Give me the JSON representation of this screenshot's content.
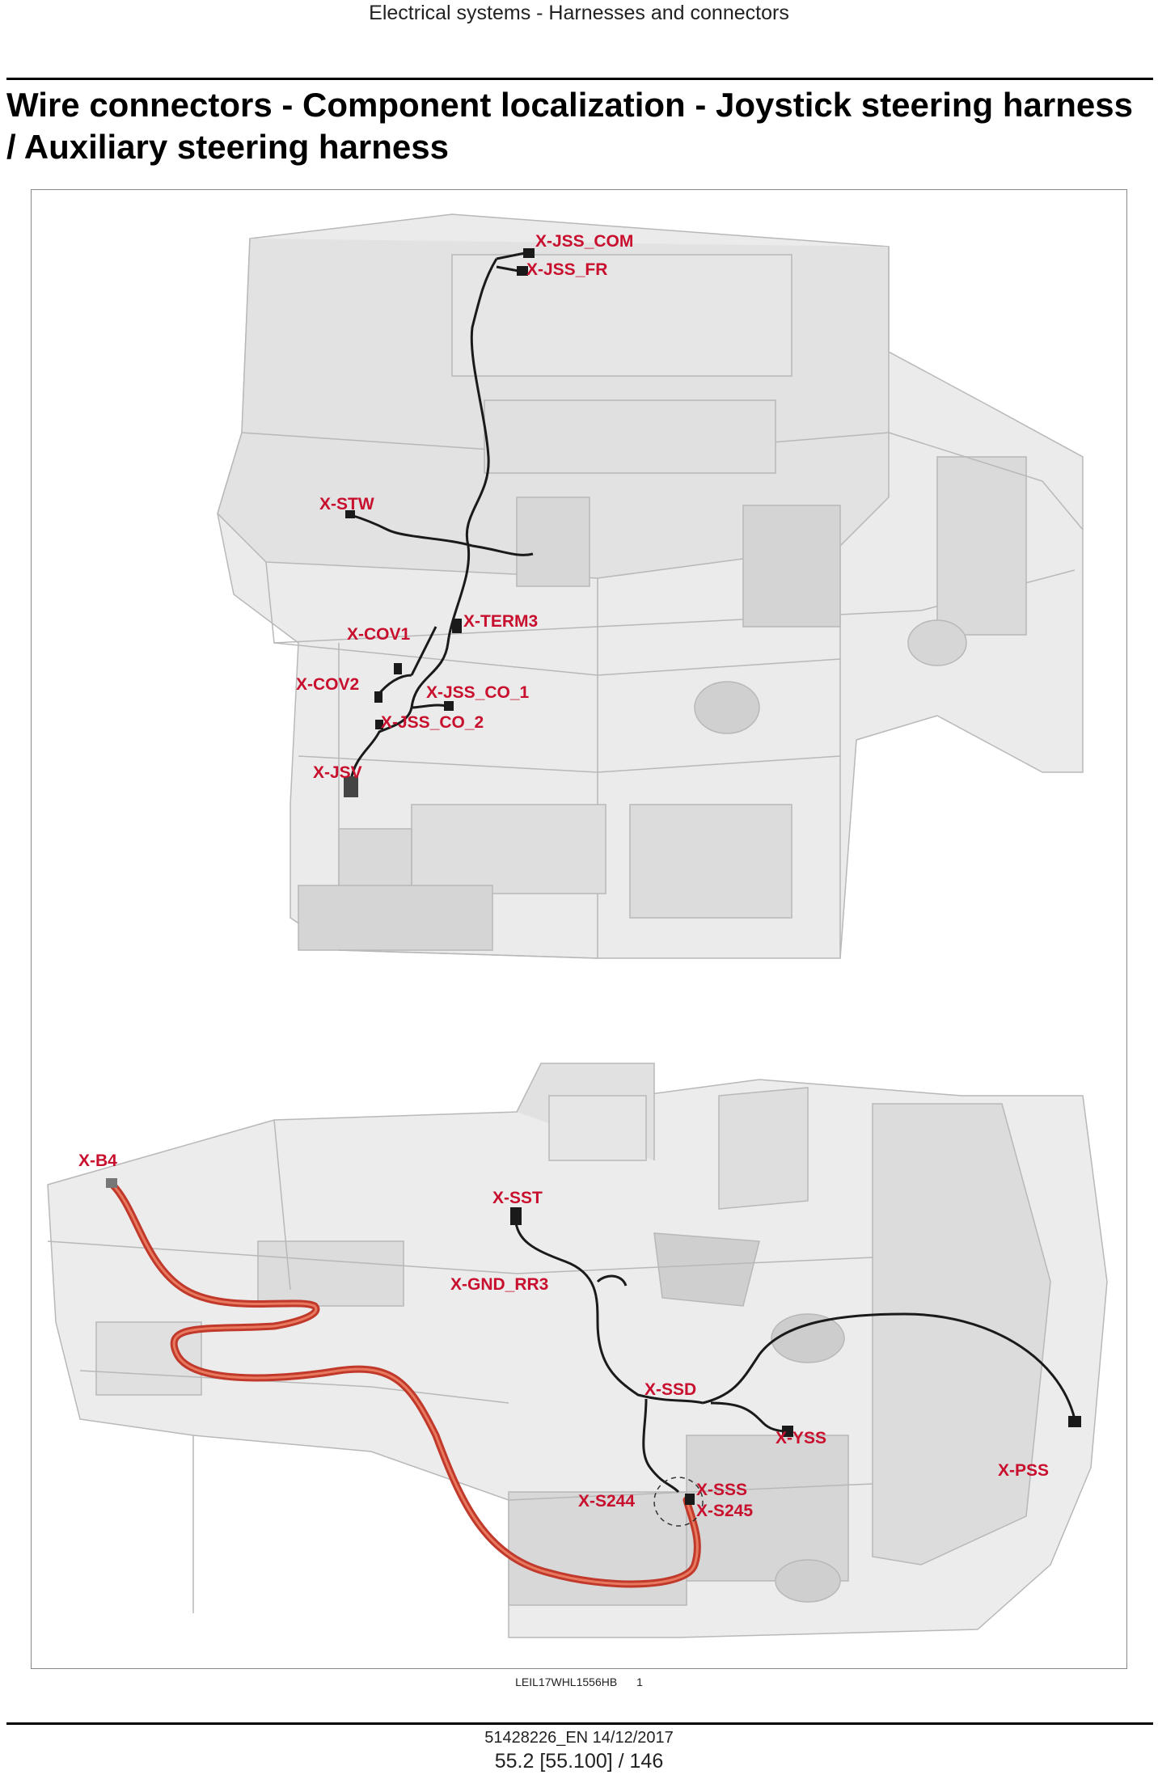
{
  "header": {
    "title": "Electrical systems - Harnesses and connectors"
  },
  "section": {
    "title": "Wire connectors - Component localization - Joystick steering harness / Auxiliary steering harness"
  },
  "figure": {
    "top_labels": {
      "x_jss_com": "X-JSS_COM",
      "x_jss_fr": "X-JSS_FR",
      "x_stw": "X-STW",
      "x_term3": "X-TERM3",
      "x_cov1": "X-COV1",
      "x_cov2": "X-COV2",
      "x_jss_co_1": "X-JSS_CO_1",
      "x_jss_co_2": "X-JSS_CO_2",
      "x_jsv": "X-JSV"
    },
    "bottom_labels": {
      "x_b4": "X-B4",
      "x_sst": "X-SST",
      "x_gnd_rr3": "X-GND_RR3",
      "x_ssd": "X-SSD",
      "x_yss": "X-YSS",
      "x_pss": "X-PSS",
      "x_s244": "X-S244",
      "x_sss": "X-SSS",
      "x_s245": "X-S245"
    },
    "colors": {
      "label": "#c8102e",
      "harness_red": "#c0392b",
      "harness_black": "#1a1a1a"
    }
  },
  "caption": {
    "code": "LEIL17WHL1556HB",
    "number": "1"
  },
  "footer": {
    "doc": "51428226_EN 14/12/2017",
    "page": "55.2 [55.100] / 146"
  }
}
